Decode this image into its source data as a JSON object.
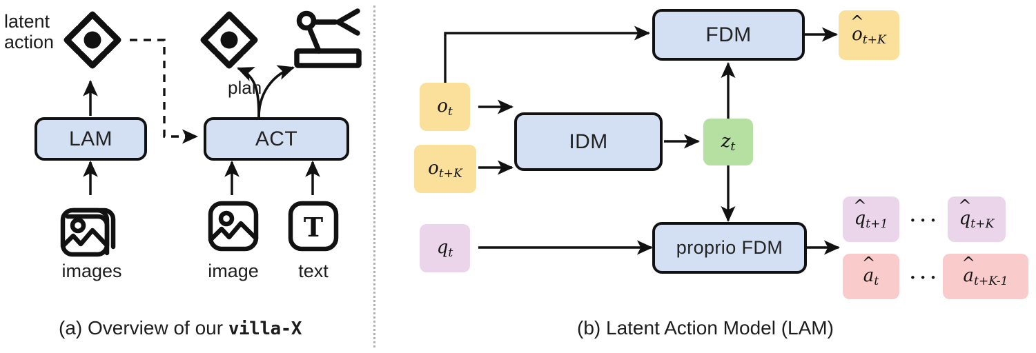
{
  "figure": {
    "panel_a": {
      "caption_prefix": "(a) Overview of our ",
      "caption_mono": "villa-X",
      "latent_action_label_line1": "latent",
      "latent_action_label_line2": "action",
      "plan_label": "plan",
      "boxes": [
        {
          "id": "lam",
          "label": "LAM",
          "color": "#d3dff2"
        },
        {
          "id": "act",
          "label": "ACT",
          "color": "#d3dff2"
        }
      ],
      "inputs": [
        {
          "id": "images",
          "label": "images",
          "icon": "stacked-images-icon"
        },
        {
          "id": "image",
          "label": "image",
          "icon": "image-icon"
        },
        {
          "id": "text",
          "label": "text",
          "icon": "text-T-icon"
        }
      ],
      "icons": [
        {
          "id": "latent-action-left",
          "name": "latent-action-diamond-icon"
        },
        {
          "id": "latent-action-right",
          "name": "latent-action-diamond-icon"
        },
        {
          "id": "robot-arm",
          "name": "robot-arm-icon"
        }
      ]
    },
    "panel_b": {
      "caption": "(b) Latent Action Model (LAM)",
      "inputs": [
        {
          "id": "o_t",
          "base": "o",
          "sub": "t",
          "hat": false,
          "color": "#fae09a"
        },
        {
          "id": "o_t_plus_K",
          "base": "o",
          "sub": "t+K",
          "hat": false,
          "color": "#fae09a"
        },
        {
          "id": "q_t",
          "base": "q",
          "sub": "t",
          "hat": false,
          "color": "#ebd5ea"
        }
      ],
      "modules": [
        {
          "id": "idm",
          "label": "IDM",
          "color": "#d3dff2"
        },
        {
          "id": "fdm",
          "label": "FDM",
          "color": "#d3dff2"
        },
        {
          "id": "proprio_fdm",
          "label": "proprio FDM",
          "color": "#d3dff2"
        }
      ],
      "latent": {
        "id": "z_t",
        "base": "z",
        "sub": "t",
        "hat": false,
        "color": "#b6dfa2"
      },
      "outputs": [
        {
          "id": "o_hat_t_plus_K",
          "base": "o",
          "sub": "t+K",
          "hat": true,
          "color": "#fae09a"
        },
        {
          "id": "q_hat_t_plus_1",
          "base": "q",
          "sub": "t+1",
          "hat": true,
          "color": "#ebd5ea"
        },
        {
          "id": "q_hat_t_plus_K",
          "base": "q",
          "sub": "t+K",
          "hat": true,
          "color": "#ebd5ea"
        },
        {
          "id": "a_hat_t",
          "base": "a",
          "sub": "t",
          "hat": true,
          "color": "#f9cbcb"
        },
        {
          "id": "a_hat_t_plus_K_minus_1",
          "base": "a",
          "sub": "t+K-1",
          "hat": true,
          "color": "#f9cbcb"
        }
      ],
      "ellipsis": "···"
    }
  },
  "colors": {
    "module_blue": "#d3dff2",
    "obs_yellow": "#fae09a",
    "latent_green": "#b6dfa2",
    "proprio_purple": "#ebd5ea",
    "action_red": "#f9cbcb",
    "stroke": "#111111",
    "divider": "#b0b0b0"
  }
}
